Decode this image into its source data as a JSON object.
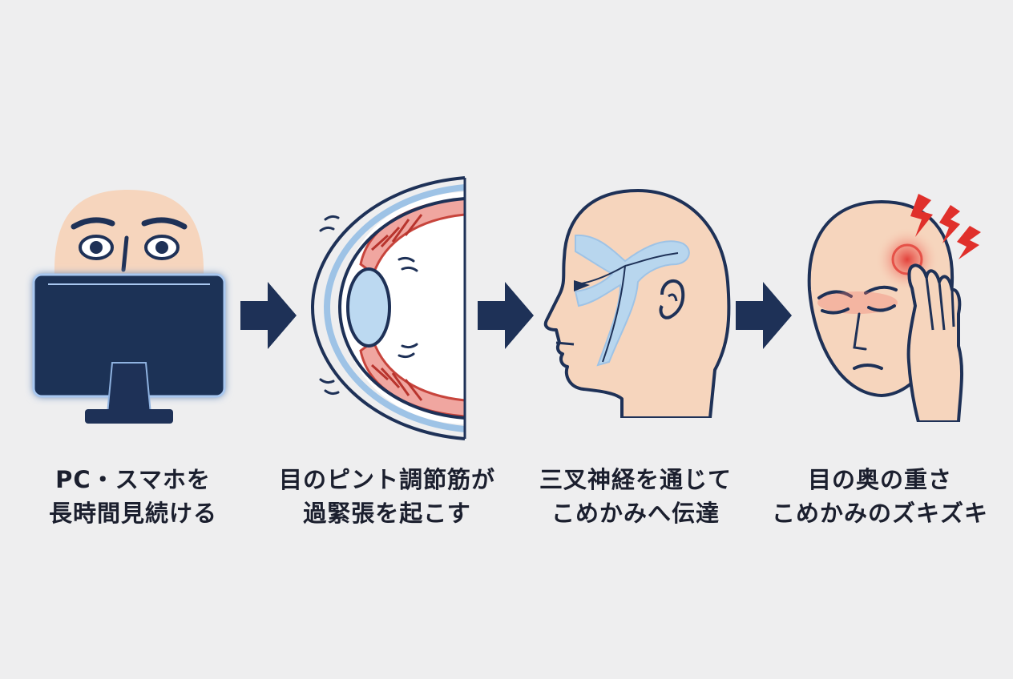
{
  "colors": {
    "background": "#eeeeef",
    "navy": "#1e3157",
    "skin": "#f6d5bd",
    "nerve": "#b8d6ee",
    "pain": "#e0302b",
    "muscle": "#d9574e",
    "text": "#1b1f2e"
  },
  "steps": [
    {
      "icon": "person-monitor-icon",
      "caption_line1": "PC・スマホを",
      "caption_line2": "長時間見続ける"
    },
    {
      "icon": "eye-cross-section-icon",
      "caption_line1": "目のピント調節筋が",
      "caption_line2": "過緊張を起こす"
    },
    {
      "icon": "head-trigeminal-nerve-icon",
      "caption_line1": "三叉神経を通じて",
      "caption_line2": "こめかみへ伝達"
    },
    {
      "icon": "headache-icon",
      "caption_line1": "目の奥の重さ",
      "caption_line2": "こめかみのズキズキ"
    }
  ],
  "arrow_icon": "right-arrow-icon"
}
